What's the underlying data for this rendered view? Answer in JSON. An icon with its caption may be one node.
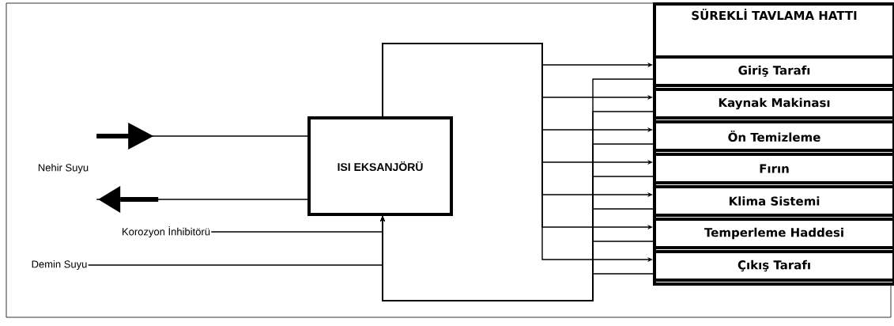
{
  "diagram": {
    "nodes": [
      {
        "text": [
          "Nehir Suyu"
        ]
      },
      {
        "text": [
          "ISI EKSANJÖRÜ"
        ]
      },
      {
        "text": [
          "Korozyon İnhibitörü"
        ]
      },
      {
        "text": [
          "Demin Suyu"
        ]
      },
      {
        "text": [
          "SÜREKLİ TAVLAMA HATTI"
        ]
      },
      {
        "text": [
          "Giriş Tarafı"
        ],
        "in": 4
      },
      {
        "text": [
          "Kaynak Makinası"
        ],
        "in": 4
      },
      {
        "text": [
          "Ön Temizleme"
        ],
        "in": 4
      },
      {
        "text": [
          "Fırın"
        ],
        "in": 4
      },
      {
        "text": [
          "Klima Sistemi"
        ],
        "in": 4
      },
      {
        "text": [
          "Temperleme Haddesi"
        ],
        "in": 4
      },
      {
        "text": [
          "Çıkış Tarafı"
        ],
        "in": 4
      }
    ],
    "edges": [
      {
        "from": 0,
        "to": 1,
        "arrow": "to"
      },
      {
        "from": 1,
        "to": 0,
        "arrow": "to"
      },
      {
        "from": 2,
        "to": 1,
        "arrow": "to"
      },
      {
        "from": 3,
        "to": 1,
        "arrow": "to"
      },
      {
        "from": 1,
        "to": 5,
        "arrow": "to"
      },
      {
        "from": 1,
        "to": 6,
        "arrow": "to"
      },
      {
        "from": 1,
        "to": 7,
        "arrow": "to"
      },
      {
        "from": 1,
        "to": 8,
        "arrow": "to"
      },
      {
        "from": 1,
        "to": 9,
        "arrow": "to"
      },
      {
        "from": 1,
        "to": 10,
        "arrow": "to"
      },
      {
        "from": 1,
        "to": 11,
        "arrow": "to"
      },
      {
        "from": 5,
        "to": 1,
        "arrow": "to"
      },
      {
        "from": 6,
        "to": 1,
        "arrow": "to"
      },
      {
        "from": 7,
        "to": 1,
        "arrow": "to"
      },
      {
        "from": 8,
        "to": 1,
        "arrow": "to"
      },
      {
        "from": 9,
        "to": 1,
        "arrow": "to"
      },
      {
        "from": 10,
        "to": 1,
        "arrow": "to"
      },
      {
        "from": 11,
        "to": 1,
        "arrow": "to"
      }
    ]
  }
}
